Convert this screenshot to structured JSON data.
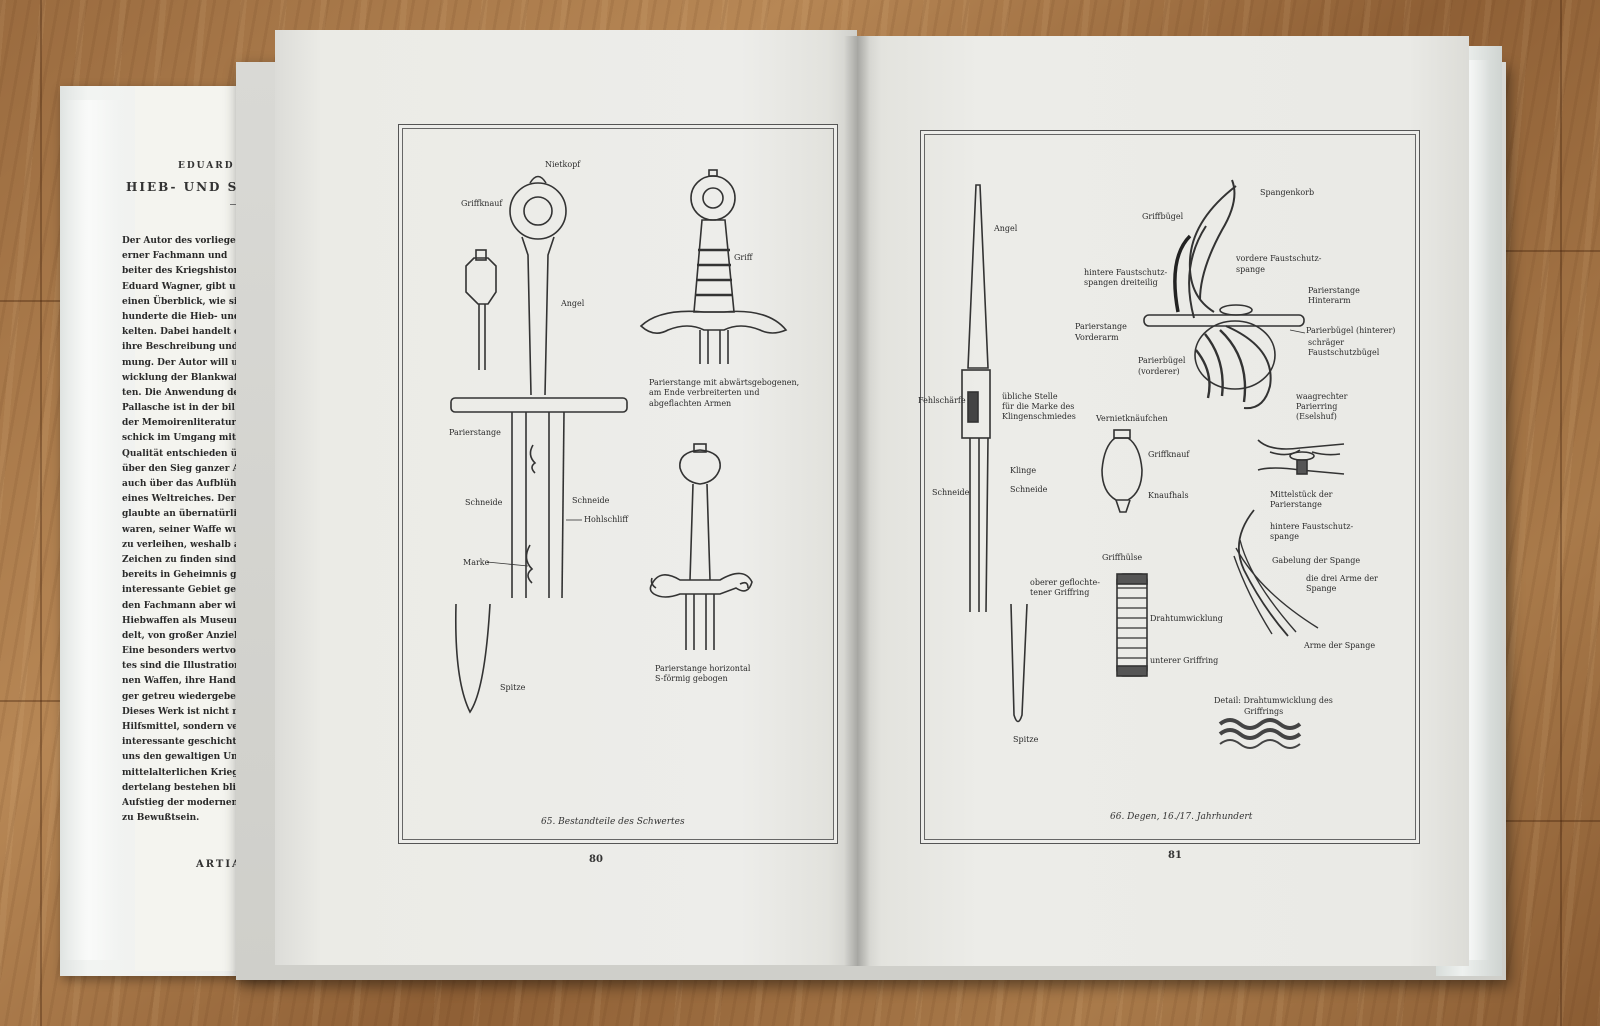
{
  "jacket": {
    "author": "EDUARD",
    "title": "HIEB- UND ST",
    "publisher": "ARTIA",
    "blurb": [
      "Der Autor des vorliegend",
      "erner Fachmann und",
      "beiter des Kriegshistorisc",
      "Eduard Wagner, gibt u",
      "einen Überblick, wie sic",
      "hunderte die Hieb- und",
      "kelten. Dabei handelt e",
      "ihre Beschreibung und",
      "mung. Der Autor will un",
      "wicklung der Blankwaffe",
      "ten. Die Anwendung der",
      "Pallasche ist in der bil",
      "der Memoirenliteratur re",
      "schick im Umgang mit",
      "Qualität entschieden über",
      "über den Sieg ganzer Ar",
      "auch über das Aufblühen",
      "eines Weltreiches. Der mit",
      "glaubte an übernatürliche",
      "waren, seiner Waffe wun",
      "zu verleihen, weshalb auf",
      "Zeichen zu finden sind, der",
      "bereits in Geheimnis gehüllt",
      "interessante Gebiet geht",
      "den Fachmann aber wird",
      "Hiebwaffen als Museumg",
      "delt, von großer Anziehung",
      "Eine besonders wertvolle E",
      "tes sind die Illustrationen,",
      "nen Waffen, ihre Handhab",
      "ger getreu wiedergeben.",
      "Dieses Werk ist nicht nu",
      "Hilfsmittel, sondern ver",
      "interessante geschichtliche",
      "uns den gewaltigen Unters",
      "mittelalterlichen Kriegführ",
      "dertelang bestehen blieb,",
      "Aufstieg der modernen Krieg",
      "zu Bewußtsein."
    ]
  },
  "left_page": {
    "page_number": "80",
    "caption": "65. Bestandteile des Schwertes",
    "labels": {
      "nietkopf": "Nietkopf",
      "griffknauf": "Griffknauf",
      "angel": "Angel",
      "griff": "Griff",
      "parierstange": "Parierstange",
      "schneide_l": "Schneide",
      "schneide_r": "Schneide",
      "hohlschliff": "Hohlschliff",
      "marke": "Marke",
      "spitze": "Spitze",
      "note1": [
        "Parierstange mit abwärtsgebogenen, am Ende verbreiterten und",
        "abgeflachten Armen"
      ],
      "note2": [
        "Parierstange horizontal",
        "S-förmig gebogen"
      ]
    }
  },
  "right_page": {
    "page_number": "81",
    "caption": "66. Degen, 16./17. Jahrhundert",
    "labels": {
      "angel": "Angel",
      "fehlschaerfe": "Fehlschärfe",
      "stelle": [
        "übliche Stelle",
        "für die Marke des",
        "Klingenschmiedes"
      ],
      "klinge": "Klinge",
      "schneide_l": "Schneide",
      "schneide_r": "Schneide",
      "griffring_oben": [
        "oberer geflochte-",
        "tener Griffring"
      ],
      "spitze": "Spitze",
      "spangenkorb": "Spangenkorb",
      "griffbuegel": "Griffbügel",
      "vordere_faust": [
        "vordere Faustschutz-",
        "spange"
      ],
      "hintere_faust_drei": [
        "hintere Faustschutz-",
        "spangen dreiteilig"
      ],
      "parier_hinter": [
        "Parierstange",
        "Hinterarm"
      ],
      "parier_vorder": [
        "Parierstange",
        "Vorderarm"
      ],
      "parierbuegel_hint": "Parierbügel (hinterer)",
      "schraeger": [
        "schräger",
        "Faustschutzbügel"
      ],
      "parierbuegel_vord": [
        "Parierbügel",
        "(vorderer)"
      ],
      "waagrechter": [
        "waagrechter",
        "Parierring",
        "(Eselshuf)"
      ],
      "vernietknaeufchen": "Vernietknäufchen",
      "griffknauf": "Griffknauf",
      "knaufhals": "Knaufhals",
      "mittelstueck": [
        "Mittelstück der",
        "Parierstange"
      ],
      "hintere_faust": [
        "hintere Faustschutz-",
        "spange"
      ],
      "gabelung": "Gabelung der Spange",
      "drei_arme": [
        "die drei Arme der",
        "Spange"
      ],
      "arme": "Arme der Spange",
      "griffhuelse": "Griffhülse",
      "drahtumwicklung": "Drahtumwicklung",
      "griffring_unten": "unterer Griffring",
      "detail": [
        "Detail: Drahtumwicklung des",
        "Griffrings"
      ]
    }
  }
}
